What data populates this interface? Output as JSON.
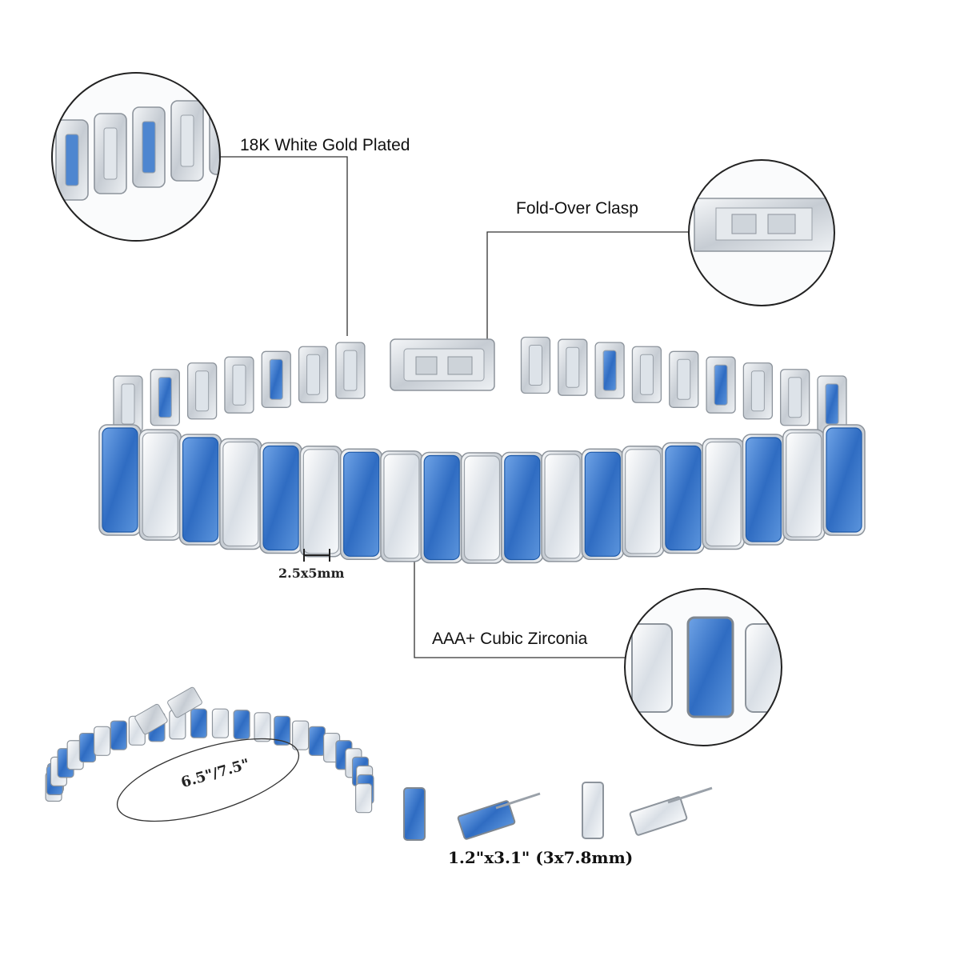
{
  "labels": {
    "plated": "18K White Gold Plated",
    "clasp": "Fold-Over Clasp",
    "stone_size": "2.5x5mm",
    "cubic_zirconia": "AAA+ Cubic Zirconia",
    "length": "6.5\"/7.5\"",
    "earring_size": "1.2\"x3.1\" (3x7.8mm)"
  },
  "colors": {
    "blue_stone": "#3f7ed4",
    "blue_stone_dark": "#1f5aa8",
    "white_stone": "#eef3f8",
    "metal": "#c9ced4",
    "metal_dark": "#8d949c",
    "callout_line": "#333333"
  }
}
